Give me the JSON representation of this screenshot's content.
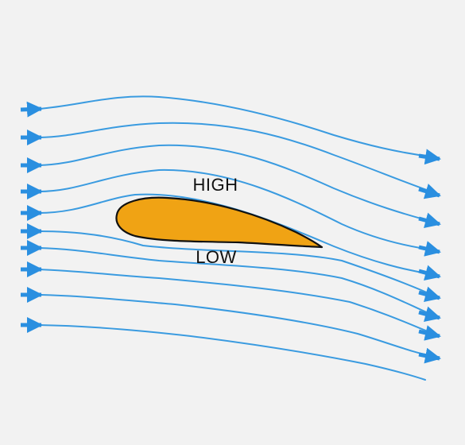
{
  "diagram": {
    "labels": {
      "high": "HIGH",
      "low": "LOW"
    },
    "colors": {
      "background": "#f2f2f2",
      "streamline": "#3a9be0",
      "arrow": "#2a8fe0",
      "airfoil_fill": "#f0a314",
      "airfoil_outline": "#111111",
      "label_text": "#111111"
    },
    "streamline_count": 10,
    "icons": [
      "flow-arrow-icon"
    ]
  }
}
